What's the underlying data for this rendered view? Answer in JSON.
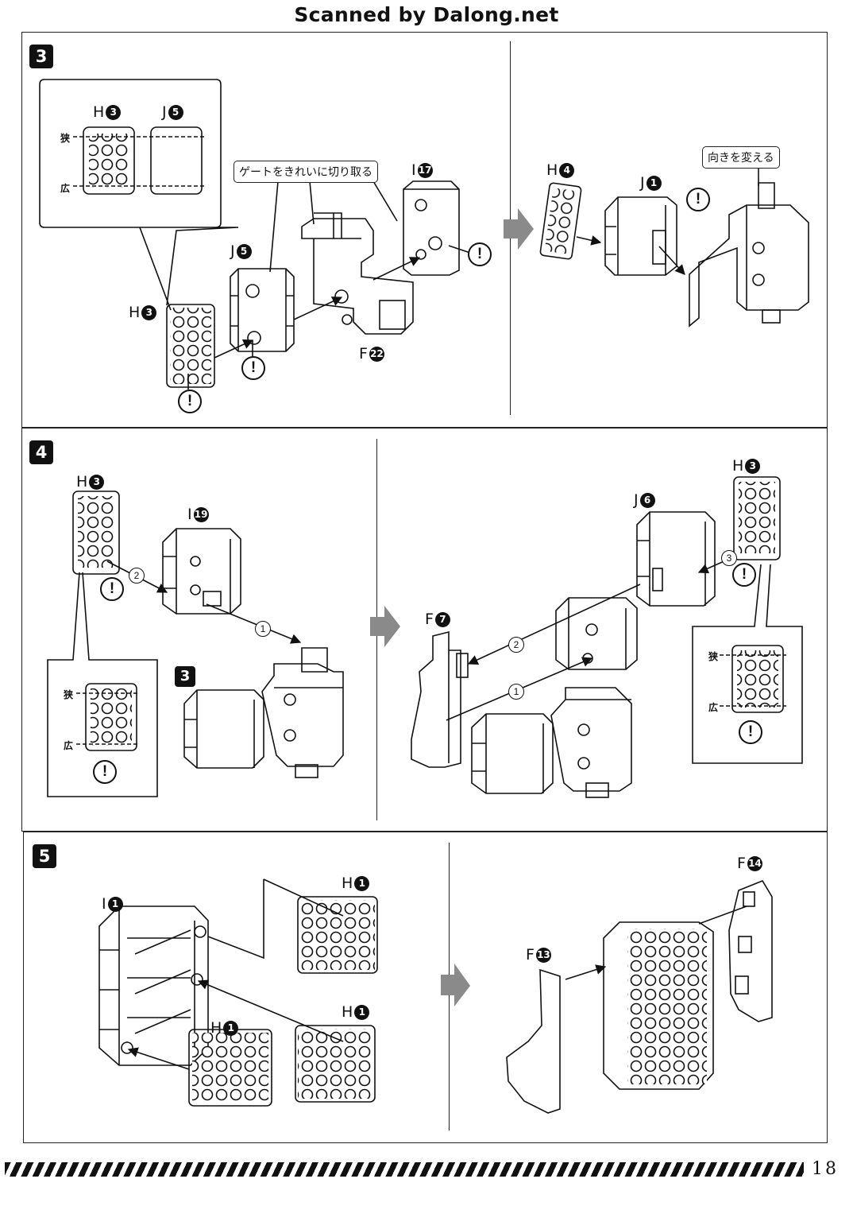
{
  "header": {
    "title": "Scanned by Dalong.net"
  },
  "steps": [
    {
      "number": "3"
    },
    {
      "number": "4"
    },
    {
      "number": "5"
    }
  ],
  "step3": {
    "left": {
      "inset": {
        "h": "H",
        "h_num": "3",
        "j": "J",
        "j_num": "5",
        "narrow": "狭",
        "wide": "広"
      },
      "note": "ゲートをきれいに切り取る",
      "parts": [
        {
          "letter": "I",
          "num": "17"
        },
        {
          "letter": "J",
          "num": "5"
        },
        {
          "letter": "H",
          "num": "3"
        },
        {
          "letter": "F",
          "num": "22"
        }
      ]
    },
    "right": {
      "note": "向きを変える",
      "parts": [
        {
          "letter": "H",
          "num": "4"
        },
        {
          "letter": "J",
          "num": "1"
        }
      ]
    }
  },
  "step4": {
    "left": {
      "parts": [
        {
          "letter": "H",
          "num": "3"
        },
        {
          "letter": "I",
          "num": "19"
        }
      ],
      "inset": {
        "narrow": "狭",
        "wide": "広"
      },
      "ref_step": "3",
      "seq": [
        "2",
        "1"
      ]
    },
    "right": {
      "parts": [
        {
          "letter": "H",
          "num": "3"
        },
        {
          "letter": "J",
          "num": "6"
        },
        {
          "letter": "F",
          "num": "7"
        }
      ],
      "inset": {
        "narrow": "狭",
        "wide": "広"
      },
      "seq": [
        "3",
        "2",
        "1"
      ]
    }
  },
  "step5": {
    "left": {
      "parts": [
        {
          "letter": "I",
          "num": "1"
        },
        {
          "letter": "H",
          "num": "1"
        },
        {
          "letter": "H",
          "num": "1"
        },
        {
          "letter": "H",
          "num": "1"
        }
      ]
    },
    "right": {
      "parts": [
        {
          "letter": "F",
          "num": "14"
        },
        {
          "letter": "F",
          "num": "13"
        }
      ]
    }
  },
  "warning_symbol": "!",
  "footer": {
    "page": "18"
  },
  "colors": {
    "ink": "#111111",
    "paper": "#ffffff",
    "arrow_gray": "#8a8a8a"
  }
}
